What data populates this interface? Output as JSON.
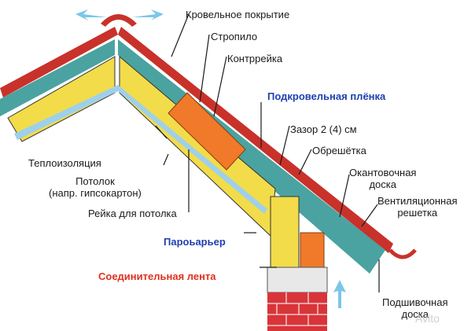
{
  "labels": {
    "roofing": "Кровельное покрытие",
    "rafter": "Стропило",
    "counter_batten": "Контррейка",
    "underlay_membrane": "Подкровельная плёнка",
    "gap": "Зазор 2 (4) см",
    "batten": "Обрешётка",
    "edge_board": "Окантовочная\nдоска",
    "vent_grille": "Вентиляционная\nрешетка",
    "insulation": "Теплоизоляция",
    "ceiling": "Потолок\n(напр. гипсокартон)",
    "ceiling_batten": "Рейка для потолка",
    "vapor_barrier": "Пароьарьер",
    "connecting_tape": "Соединительная лента",
    "soffit_board": "Подшивочная\nдоска"
  },
  "watermark": "Avito",
  "colors": {
    "roof_red": "#c8322a",
    "membrane_teal": "#4aa3a0",
    "insulation_yellow": "#f2dc4a",
    "rafter_orange": "#f07a2a",
    "text_blue": "#1f3fb0",
    "text_red": "#e0301e",
    "air_arrow": "#7cc6e8",
    "brick": "#d8343a"
  }
}
